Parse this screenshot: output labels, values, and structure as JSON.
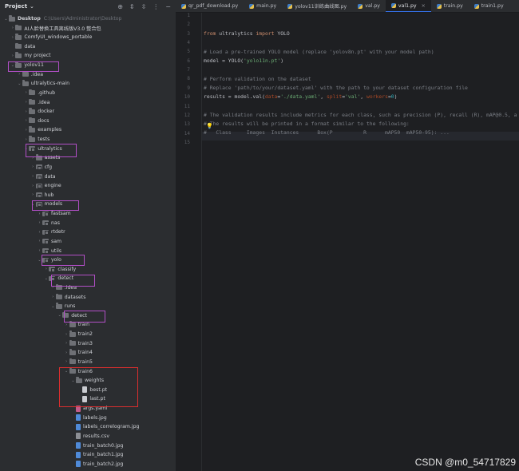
{
  "project_panel": {
    "title": "Project",
    "tree": [
      {
        "label": "Desktop",
        "path": "C:\\Users\\Administrator\\Desktop",
        "kind": "folder",
        "depth": 0,
        "arrow": "down",
        "bold": true
      },
      {
        "label": "AI人脸替换工具离线版V3.0 整合包",
        "kind": "folder",
        "depth": 1,
        "arrow": "right"
      },
      {
        "label": "ComfyUI_windows_portable",
        "kind": "folder",
        "depth": 1,
        "arrow": "right"
      },
      {
        "label": "data",
        "kind": "folder",
        "depth": 1,
        "arrow": "none"
      },
      {
        "label": "my project",
        "kind": "folder",
        "depth": 1,
        "arrow": "right"
      },
      {
        "label": "yolov11",
        "kind": "folder",
        "depth": 1,
        "arrow": "down"
      },
      {
        "label": ".idea",
        "kind": "folder",
        "depth": 2,
        "arrow": "right"
      },
      {
        "label": "ultralytics-main",
        "kind": "folder",
        "depth": 2,
        "arrow": "down"
      },
      {
        "label": ".github",
        "kind": "folder",
        "depth": 3,
        "arrow": "right"
      },
      {
        "label": ".idea",
        "kind": "folder",
        "depth": 3,
        "arrow": "right"
      },
      {
        "label": "docker",
        "kind": "folder",
        "depth": 3,
        "arrow": "right"
      },
      {
        "label": "docs",
        "kind": "folder",
        "depth": 3,
        "arrow": "right"
      },
      {
        "label": "examples",
        "kind": "folder",
        "depth": 3,
        "arrow": "right"
      },
      {
        "label": "tests",
        "kind": "folder",
        "depth": 3,
        "arrow": "right"
      },
      {
        "label": "ultralytics",
        "kind": "package",
        "depth": 3,
        "arrow": "down"
      },
      {
        "label": "assets",
        "kind": "folder",
        "depth": 4,
        "arrow": "right"
      },
      {
        "label": "cfg",
        "kind": "package",
        "depth": 4,
        "arrow": "right"
      },
      {
        "label": "data",
        "kind": "package",
        "depth": 4,
        "arrow": "right"
      },
      {
        "label": "engine",
        "kind": "package",
        "depth": 4,
        "arrow": "right"
      },
      {
        "label": "hub",
        "kind": "package",
        "depth": 4,
        "arrow": "right"
      },
      {
        "label": "models",
        "kind": "package",
        "depth": 4,
        "arrow": "down"
      },
      {
        "label": "fastsam",
        "kind": "package",
        "depth": 5,
        "arrow": "right"
      },
      {
        "label": "nas",
        "kind": "package",
        "depth": 5,
        "arrow": "right"
      },
      {
        "label": "rtdetr",
        "kind": "package",
        "depth": 5,
        "arrow": "right"
      },
      {
        "label": "sam",
        "kind": "package",
        "depth": 5,
        "arrow": "right"
      },
      {
        "label": "utils",
        "kind": "package",
        "depth": 5,
        "arrow": "right"
      },
      {
        "label": "yolo",
        "kind": "package",
        "depth": 5,
        "arrow": "down"
      },
      {
        "label": "classify",
        "kind": "package",
        "depth": 6,
        "arrow": "right"
      },
      {
        "label": "detect",
        "kind": "package",
        "depth": 6,
        "arrow": "down"
      },
      {
        "label": ".idea",
        "kind": "folder",
        "depth": 7,
        "arrow": "right"
      },
      {
        "label": "datasets",
        "kind": "folder",
        "depth": 7,
        "arrow": "right"
      },
      {
        "label": "runs",
        "kind": "folder",
        "depth": 7,
        "arrow": "down"
      },
      {
        "label": "detect",
        "kind": "folder",
        "depth": 8,
        "arrow": "down"
      },
      {
        "label": "train",
        "kind": "folder",
        "depth": 9,
        "arrow": "right"
      },
      {
        "label": "train2",
        "kind": "folder",
        "depth": 9,
        "arrow": "right"
      },
      {
        "label": "train3",
        "kind": "folder",
        "depth": 9,
        "arrow": "right"
      },
      {
        "label": "train4",
        "kind": "folder",
        "depth": 9,
        "arrow": "right"
      },
      {
        "label": "train5",
        "kind": "folder",
        "depth": 9,
        "arrow": "right"
      },
      {
        "label": "train6",
        "kind": "folder",
        "depth": 9,
        "arrow": "down"
      },
      {
        "label": "weights",
        "kind": "folder",
        "depth": 10,
        "arrow": "down"
      },
      {
        "label": "best.pt",
        "kind": "file-pt",
        "depth": 11,
        "arrow": "none"
      },
      {
        "label": "last.pt",
        "kind": "file-pt",
        "depth": 11,
        "arrow": "none"
      },
      {
        "label": "args.yaml",
        "kind": "file-yaml",
        "depth": 10,
        "arrow": "none"
      },
      {
        "label": "labels.jpg",
        "kind": "file-img",
        "depth": 10,
        "arrow": "none"
      },
      {
        "label": "labels_correlogram.jpg",
        "kind": "file-img",
        "depth": 10,
        "arrow": "none"
      },
      {
        "label": "results.csv",
        "kind": "file-csv",
        "depth": 10,
        "arrow": "none"
      },
      {
        "label": "train_batch0.jpg",
        "kind": "file-img",
        "depth": 10,
        "arrow": "none"
      },
      {
        "label": "train_batch1.jpg",
        "kind": "file-img",
        "depth": 10,
        "arrow": "none"
      },
      {
        "label": "train_batch2.jpg",
        "kind": "file-img",
        "depth": 10,
        "arrow": "none"
      }
    ]
  },
  "tabs": [
    {
      "label": "qr_pdf_download.py",
      "active": false
    },
    {
      "label": "main.py",
      "active": false
    },
    {
      "label": "yolov11训练曲线图.py",
      "active": false
    },
    {
      "label": "val.py",
      "active": false
    },
    {
      "label": "val1.py",
      "active": true
    },
    {
      "label": "train.py",
      "active": false
    },
    {
      "label": "train1.py",
      "active": false
    }
  ],
  "editor": {
    "line_numbers": [
      "1",
      "2",
      "3",
      "4",
      "5",
      "6",
      "7",
      "8",
      "9",
      "10",
      "11",
      "12",
      "13",
      "14",
      "15"
    ],
    "code": {
      "l3_kw1": "from",
      "l3_mod": " ultralytics ",
      "l3_kw2": "import",
      "l3_cls": " YOLO",
      "l5": "# Load a pre-trained YOLO model (replace 'yolov8n.pt' with your model path)",
      "l6_a": "model = YOLO(",
      "l6_s": "'yolo11n.pt'",
      "l6_b": ")",
      "l8": "# Perform validation on the dataset",
      "l9": "# Replace 'path/to/your/dataset.yaml' with the path to your dataset configuration file",
      "l10_a": "results = model.val(",
      "l10_p1": "data",
      "l10_e1": "=",
      "l10_s1": "'./data.yaml'",
      "l10_c1": ", ",
      "l10_p2": "split",
      "l10_e2": "=",
      "l10_s2": "'val'",
      "l10_c2": ", ",
      "l10_p3": "workers",
      "l10_e3": "=",
      "l10_n3": "0",
      "l10_b": ")",
      "l12": "# The validation results include metrics for each class, such as precision (P), recall (R), mAP@0.5, a",
      "l13": "# The results will be printed in a format similar to the following:",
      "l14": "#   Class     Images  Instances      Box(P          R      mAP50  mAP50-95): ..."
    }
  },
  "watermark": "CSDN @m0_54717829"
}
